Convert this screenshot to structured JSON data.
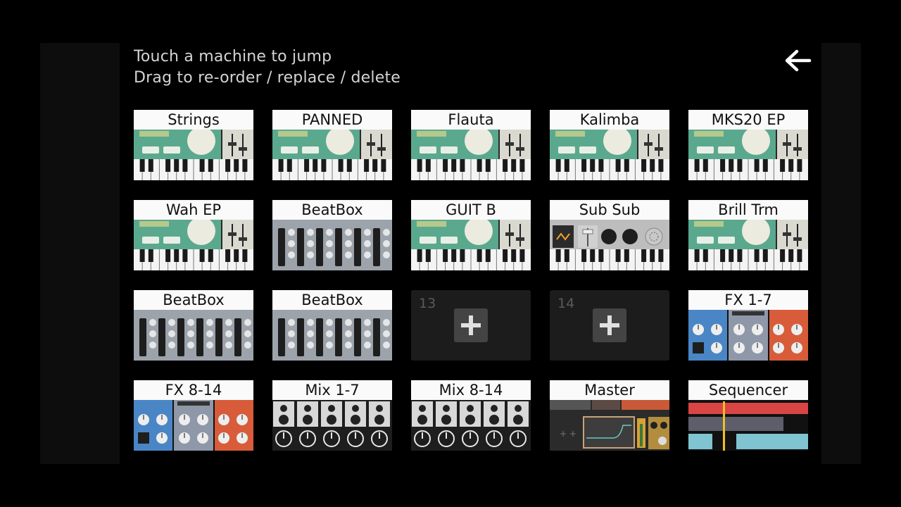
{
  "instructions": {
    "line1": "Touch a machine to jump",
    "line2": "Drag to re-order / replace / delete"
  },
  "back_icon": "arrow-left-icon",
  "colors": {
    "synth_green": "#5aa98e",
    "fx_blue": "#4a86c6",
    "fx_gray": "#8e98a8",
    "fx_orange": "#d85c3a",
    "seq_red": "#d94545",
    "seq_cyan": "#7fc4d0",
    "seq_playhead": "#f0c020"
  },
  "slots": [
    {
      "label": "Strings",
      "kind": "synth"
    },
    {
      "label": "PANNED",
      "kind": "synth"
    },
    {
      "label": "Flauta",
      "kind": "synth"
    },
    {
      "label": "Kalimba",
      "kind": "synth"
    },
    {
      "label": "MKS20 EP",
      "kind": "synth"
    },
    {
      "label": "Wah EP",
      "kind": "synth"
    },
    {
      "label": "BeatBox",
      "kind": "beatbox"
    },
    {
      "label": "GUIT B",
      "kind": "synth"
    },
    {
      "label": "Sub Sub",
      "kind": "subsub"
    },
    {
      "label": "Brill Trm",
      "kind": "synth"
    },
    {
      "label": "BeatBox",
      "kind": "beatbox"
    },
    {
      "label": "BeatBox",
      "kind": "beatbox"
    },
    {
      "number": "13",
      "kind": "empty"
    },
    {
      "number": "14",
      "kind": "empty"
    },
    {
      "label": "FX 1-7",
      "kind": "fx"
    },
    {
      "label": "FX 8-14",
      "kind": "fx"
    },
    {
      "label": "Mix 1-7",
      "kind": "mixer"
    },
    {
      "label": "Mix 8-14",
      "kind": "mixer"
    },
    {
      "label": "Master",
      "kind": "master"
    },
    {
      "label": "Sequencer",
      "kind": "sequencer"
    }
  ]
}
